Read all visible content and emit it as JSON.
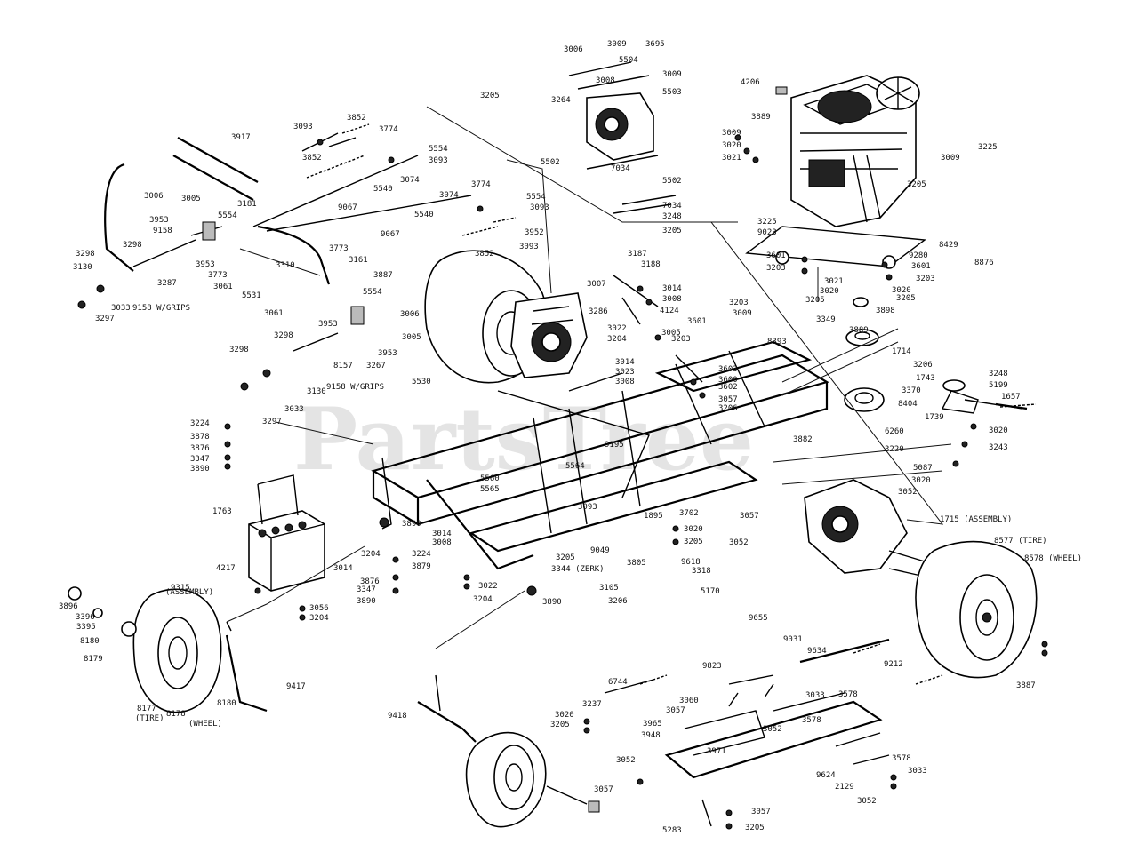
{
  "watermark": "PartsTree",
  "labels": [
    {
      "id": "l1",
      "text": "3006"
    },
    {
      "id": "l2",
      "text": "3009"
    },
    {
      "id": "l3",
      "text": "3695"
    },
    {
      "id": "l4",
      "text": "5504"
    },
    {
      "id": "l5",
      "text": "3009"
    },
    {
      "id": "l6",
      "text": "3008"
    },
    {
      "id": "l7",
      "text": "5503"
    },
    {
      "id": "l8",
      "text": "3205"
    },
    {
      "id": "l9",
      "text": "3264"
    },
    {
      "id": "l10",
      "text": "5502"
    },
    {
      "id": "l11",
      "text": "7034"
    },
    {
      "id": "l12",
      "text": "5502"
    },
    {
      "id": "l13",
      "text": "7034"
    },
    {
      "id": "l14",
      "text": "3248"
    },
    {
      "id": "l15",
      "text": "3205"
    },
    {
      "id": "l16",
      "text": "4206"
    },
    {
      "id": "l17",
      "text": "3889"
    },
    {
      "id": "l18",
      "text": "3009"
    },
    {
      "id": "l19",
      "text": "3020"
    },
    {
      "id": "l20",
      "text": "3021"
    },
    {
      "id": "l21",
      "text": "3225"
    },
    {
      "id": "l22",
      "text": "3009"
    },
    {
      "id": "l23",
      "text": "3205"
    },
    {
      "id": "l24",
      "text": "3225"
    },
    {
      "id": "l25",
      "text": "9023"
    },
    {
      "id": "l26",
      "text": "8429"
    },
    {
      "id": "l27",
      "text": "9280"
    },
    {
      "id": "l28",
      "text": "8876"
    },
    {
      "id": "l29",
      "text": "3601"
    },
    {
      "id": "l30",
      "text": "3203"
    },
    {
      "id": "l31",
      "text": "3601"
    },
    {
      "id": "l32",
      "text": "3203"
    },
    {
      "id": "l33",
      "text": "3021"
    },
    {
      "id": "l34",
      "text": "3020"
    },
    {
      "id": "l35",
      "text": "3020"
    },
    {
      "id": "l36",
      "text": "3205"
    },
    {
      "id": "l37",
      "text": "3205"
    },
    {
      "id": "l38",
      "text": "3898"
    },
    {
      "id": "l39",
      "text": "3093"
    },
    {
      "id": "l40",
      "text": "3852"
    },
    {
      "id": "l41",
      "text": "3774"
    },
    {
      "id": "l42",
      "text": "5554"
    },
    {
      "id": "l43",
      "text": "3093"
    },
    {
      "id": "l44",
      "text": "3917"
    },
    {
      "id": "l45",
      "text": "3852"
    },
    {
      "id": "l46",
      "text": "5540"
    },
    {
      "id": "l47",
      "text": "3074"
    },
    {
      "id": "l48",
      "text": "3006"
    },
    {
      "id": "l49",
      "text": "3005"
    },
    {
      "id": "l50",
      "text": "3181"
    },
    {
      "id": "l51",
      "text": "5554"
    },
    {
      "id": "l52",
      "text": "9067"
    },
    {
      "id": "l53",
      "text": "3074"
    },
    {
      "id": "l54",
      "text": "3774"
    },
    {
      "id": "l55",
      "text": "5554"
    },
    {
      "id": "l56",
      "text": "3093"
    },
    {
      "id": "l57",
      "text": "3953"
    },
    {
      "id": "l58",
      "text": "9158"
    },
    {
      "id": "l59",
      "text": "5540"
    },
    {
      "id": "l60",
      "text": "3952"
    },
    {
      "id": "l61",
      "text": "3093"
    },
    {
      "id": "l62",
      "text": "9067"
    },
    {
      "id": "l63",
      "text": "3852"
    },
    {
      "id": "l64",
      "text": "3298"
    },
    {
      "id": "l65",
      "text": "3298"
    },
    {
      "id": "l66",
      "text": "3953"
    },
    {
      "id": "l67",
      "text": "3773"
    },
    {
      "id": "l68",
      "text": "3130"
    },
    {
      "id": "l69",
      "text": "3287"
    },
    {
      "id": "l70",
      "text": "3061"
    },
    {
      "id": "l71",
      "text": "5531"
    },
    {
      "id": "l72",
      "text": "3310"
    },
    {
      "id": "l73",
      "text": "3773"
    },
    {
      "id": "l74",
      "text": "3161"
    },
    {
      "id": "l75",
      "text": "3033"
    },
    {
      "id": "l76",
      "text": "9158 W/GRIPS"
    },
    {
      "id": "l77",
      "text": "3297"
    },
    {
      "id": "l78",
      "text": "3887"
    },
    {
      "id": "l79",
      "text": "5554"
    },
    {
      "id": "l80",
      "text": "3061"
    },
    {
      "id": "l81",
      "text": "3006"
    },
    {
      "id": "l82",
      "text": "3953"
    },
    {
      "id": "l83",
      "text": "3005"
    },
    {
      "id": "l84",
      "text": "3298"
    },
    {
      "id": "l85",
      "text": "3953"
    },
    {
      "id": "l86",
      "text": "3298"
    },
    {
      "id": "l87",
      "text": "8157"
    },
    {
      "id": "l88",
      "text": "3267"
    },
    {
      "id": "l89",
      "text": "3130"
    },
    {
      "id": "l90",
      "text": "9158 W/GRIPS"
    },
    {
      "id": "l91",
      "text": "3033"
    },
    {
      "id": "l92",
      "text": "3297"
    },
    {
      "id": "l93",
      "text": "5530"
    },
    {
      "id": "l94",
      "text": "3187"
    },
    {
      "id": "l95",
      "text": "3188"
    },
    {
      "id": "l96",
      "text": "3007"
    },
    {
      "id": "l97",
      "text": "3014"
    },
    {
      "id": "l98",
      "text": "3008"
    },
    {
      "id": "l99",
      "text": "3286"
    },
    {
      "id": "l100",
      "text": "4124"
    },
    {
      "id": "l101",
      "text": "3022"
    },
    {
      "id": "l102",
      "text": "3204"
    },
    {
      "id": "l103",
      "text": "3014"
    },
    {
      "id": "l104",
      "text": "3023"
    },
    {
      "id": "l105",
      "text": "3008"
    },
    {
      "id": "l106",
      "text": "3203"
    },
    {
      "id": "l107",
      "text": "3009"
    },
    {
      "id": "l108",
      "text": "3601"
    },
    {
      "id": "l109",
      "text": "3005"
    },
    {
      "id": "l110",
      "text": "3203"
    },
    {
      "id": "l111",
      "text": "8393"
    },
    {
      "id": "l112",
      "text": "3349"
    },
    {
      "id": "l113",
      "text": "3889"
    },
    {
      "id": "l114",
      "text": "1714"
    },
    {
      "id": "l115",
      "text": "3603"
    },
    {
      "id": "l116",
      "text": "3600"
    },
    {
      "id": "l117",
      "text": "3602"
    },
    {
      "id": "l118",
      "text": "3057"
    },
    {
      "id": "l119",
      "text": "3206"
    },
    {
      "id": "l120",
      "text": "3206"
    },
    {
      "id": "l121",
      "text": "3248"
    },
    {
      "id": "l122",
      "text": "1743"
    },
    {
      "id": "l123",
      "text": "5199"
    },
    {
      "id": "l124",
      "text": "3370"
    },
    {
      "id": "l125",
      "text": "8404"
    },
    {
      "id": "l126",
      "text": "1657"
    },
    {
      "id": "l127",
      "text": "1739"
    },
    {
      "id": "l128",
      "text": "6260"
    },
    {
      "id": "l129",
      "text": "3020"
    },
    {
      "id": "l130",
      "text": "3220"
    },
    {
      "id": "l131",
      "text": "3243"
    },
    {
      "id": "l132",
      "text": "3882"
    },
    {
      "id": "l133",
      "text": "5087"
    },
    {
      "id": "l134",
      "text": "3020"
    },
    {
      "id": "l135",
      "text": "3052"
    },
    {
      "id": "l136",
      "text": "9195"
    },
    {
      "id": "l137",
      "text": "3224"
    },
    {
      "id": "l138",
      "text": "3878"
    },
    {
      "id": "l139",
      "text": "3876"
    },
    {
      "id": "l140",
      "text": "3347"
    },
    {
      "id": "l141",
      "text": "3890"
    },
    {
      "id": "l142",
      "text": "5564"
    },
    {
      "id": "l143",
      "text": "5560"
    },
    {
      "id": "l144",
      "text": "5565"
    },
    {
      "id": "l145",
      "text": "3093"
    },
    {
      "id": "l146",
      "text": "1895"
    },
    {
      "id": "l147",
      "text": "3702"
    },
    {
      "id": "l148",
      "text": "3057"
    },
    {
      "id": "l149",
      "text": "3020"
    },
    {
      "id": "l150",
      "text": "3205"
    },
    {
      "id": "l151",
      "text": "3052"
    },
    {
      "id": "l152",
      "text": "1715 (ASSEMBLY)"
    },
    {
      "id": "l153",
      "text": "8577 (TIRE)"
    },
    {
      "id": "l154",
      "text": "8578 (WHEEL)"
    },
    {
      "id": "l155",
      "text": "1763"
    },
    {
      "id": "l156",
      "text": "3890"
    },
    {
      "id": "l157",
      "text": "3014"
    },
    {
      "id": "l158",
      "text": "3008"
    },
    {
      "id": "l159",
      "text": "9049"
    },
    {
      "id": "l160",
      "text": "3805"
    },
    {
      "id": "l161",
      "text": "9618"
    },
    {
      "id": "l162",
      "text": "3318"
    },
    {
      "id": "l163",
      "text": "4217"
    },
    {
      "id": "l164",
      "text": "3204"
    },
    {
      "id": "l165",
      "text": "3014"
    },
    {
      "id": "l166",
      "text": "3224"
    },
    {
      "id": "l167",
      "text": "3879"
    },
    {
      "id": "l168",
      "text": "3876"
    },
    {
      "id": "l169",
      "text": "3347"
    },
    {
      "id": "l170",
      "text": "3890"
    },
    {
      "id": "l171",
      "text": "3022"
    },
    {
      "id": "l172",
      "text": "3204"
    },
    {
      "id": "l173",
      "text": "3205"
    },
    {
      "id": "l174",
      "text": "3344 (ZERK)"
    },
    {
      "id": "l175",
      "text": "3105"
    },
    {
      "id": "l176",
      "text": "3206"
    },
    {
      "id": "l177",
      "text": "5170"
    },
    {
      "id": "l178",
      "text": "9315"
    },
    {
      "id": "l179",
      "text": "(ASSEMBLY)"
    },
    {
      "id": "l180",
      "text": "3056"
    },
    {
      "id": "l181",
      "text": "3204"
    },
    {
      "id": "l182",
      "text": "3890"
    },
    {
      "id": "l183",
      "text": "9655"
    },
    {
      "id": "l184",
      "text": "3896"
    },
    {
      "id": "l185",
      "text": "3396"
    },
    {
      "id": "l186",
      "text": "3395"
    },
    {
      "id": "l187",
      "text": "8180"
    },
    {
      "id": "l188",
      "text": "8179"
    },
    {
      "id": "l189",
      "text": "9031"
    },
    {
      "id": "l190",
      "text": "9634"
    },
    {
      "id": "l191",
      "text": "9212"
    },
    {
      "id": "l192",
      "text": "9823"
    },
    {
      "id": "l193",
      "text": "6744"
    },
    {
      "id": "l194",
      "text": "3060"
    },
    {
      "id": "l195",
      "text": "3033"
    },
    {
      "id": "l196",
      "text": "3578"
    },
    {
      "id": "l197",
      "text": "9417"
    },
    {
      "id": "l198",
      "text": "3237"
    },
    {
      "id": "l199",
      "text": "3057"
    },
    {
      "id": "l200",
      "text": "3578"
    },
    {
      "id": "l201",
      "text": "3052"
    },
    {
      "id": "l202",
      "text": "8180"
    },
    {
      "id": "l203",
      "text": "3020"
    },
    {
      "id": "l204",
      "text": "3965"
    },
    {
      "id": "l205",
      "text": "3205"
    },
    {
      "id": "l206",
      "text": "3948"
    },
    {
      "id": "l207",
      "text": "3971"
    },
    {
      "id": "l208",
      "text": "8177"
    },
    {
      "id": "l209",
      "text": "(TIRE)"
    },
    {
      "id": "l210",
      "text": "8178"
    },
    {
      "id": "l211",
      "text": "(WHEEL)"
    },
    {
      "id": "l212",
      "text": "9418"
    },
    {
      "id": "l213",
      "text": "3052"
    },
    {
      "id": "l214",
      "text": "9624"
    },
    {
      "id": "l215",
      "text": "3578"
    },
    {
      "id": "l216",
      "text": "2129"
    },
    {
      "id": "l217",
      "text": "3033"
    },
    {
      "id": "l218",
      "text": "3057"
    },
    {
      "id": "l219",
      "text": "3052"
    },
    {
      "id": "l220",
      "text": "3057"
    },
    {
      "id": "l221",
      "text": "5283"
    },
    {
      "id": "l222",
      "text": "3205"
    },
    {
      "id": "l223",
      "text": "3887"
    },
    {
      "id": "l224",
      "text": "3695"
    }
  ]
}
